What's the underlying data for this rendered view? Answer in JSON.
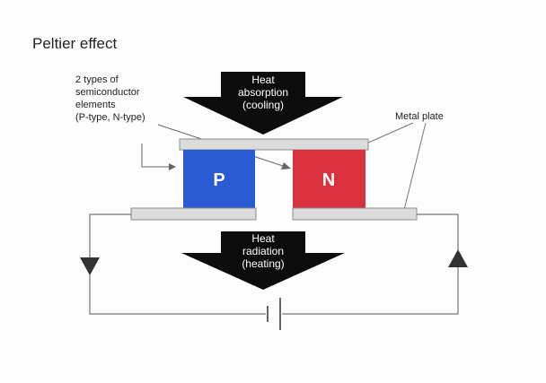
{
  "title": "Peltier effect",
  "semiconductor_note": [
    "2 types of",
    "semiconductor",
    "elements",
    "(P-type, N-type)"
  ],
  "metal_plate_label": "Metal plate",
  "top_arrow_label": [
    "Heat",
    "absorption",
    "(cooling)"
  ],
  "bottom_arrow_label": [
    "Heat",
    "radiation",
    "(heating)"
  ],
  "p_label": "P",
  "n_label": "N",
  "colors": {
    "p_block": "#2b5bd3",
    "n_block": "#d9313d",
    "plate_fill": "#dcdcdc",
    "plate_stroke": "#8a8a8a",
    "arrow": "#0c0c0c",
    "wire": "#555555",
    "text": "#222222"
  }
}
